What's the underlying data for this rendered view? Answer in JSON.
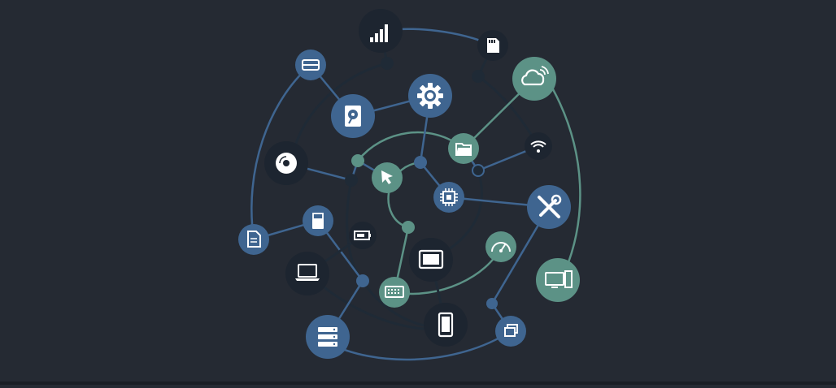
{
  "palette": {
    "background": "#252a33",
    "dark_node": "#1d2530",
    "blue_node": "#3f6590",
    "teal_node": "#5c9286",
    "blue_line": "#3f6590",
    "teal_line": "#5c9286",
    "icon": "#ffffff"
  },
  "network": {
    "nodes": [
      {
        "name": "signal-bars-icon",
        "style": "dark"
      },
      {
        "name": "sd-card-icon",
        "style": "dark"
      },
      {
        "name": "cloud-wifi-icon",
        "style": "teal"
      },
      {
        "name": "router-icon",
        "style": "blue"
      },
      {
        "name": "settings-gear-icon",
        "style": "blue"
      },
      {
        "name": "hard-drive-icon",
        "style": "blue"
      },
      {
        "name": "folder-icon",
        "style": "teal"
      },
      {
        "name": "wifi-icon",
        "style": "dark"
      },
      {
        "name": "optical-disc-icon",
        "style": "dark"
      },
      {
        "name": "cursor-arrow-icon",
        "style": "teal"
      },
      {
        "name": "cpu-chip-icon",
        "style": "blue"
      },
      {
        "name": "tools-icon",
        "style": "blue"
      },
      {
        "name": "usb-drive-icon",
        "style": "blue"
      },
      {
        "name": "document-icon",
        "style": "blue"
      },
      {
        "name": "battery-icon",
        "style": "dark"
      },
      {
        "name": "laptop-icon",
        "style": "dark"
      },
      {
        "name": "tablet-icon",
        "style": "dark"
      },
      {
        "name": "speedometer-icon",
        "style": "teal"
      },
      {
        "name": "desktop-computer-icon",
        "style": "teal"
      },
      {
        "name": "keyboard-icon",
        "style": "teal"
      },
      {
        "name": "smartphone-icon",
        "style": "dark"
      },
      {
        "name": "windows-icon",
        "style": "blue"
      },
      {
        "name": "server-icon",
        "style": "blue"
      }
    ]
  }
}
